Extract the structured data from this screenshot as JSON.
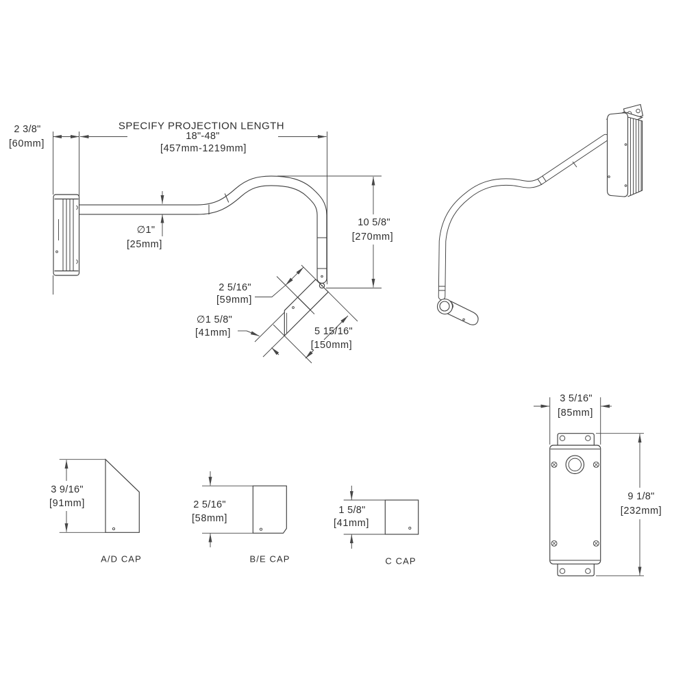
{
  "side_view": {
    "projection": {
      "title": "SPECIFY PROJECTION LENGTH",
      "range_in": "18\"-48\"",
      "range_mm": "[457mm-1219mm]"
    },
    "wall_plate_depth": {
      "in": "2 3/8\"",
      "mm": "[60mm]"
    },
    "arm_diameter": {
      "in": "∅1\"",
      "mm": "[25mm]"
    },
    "drop_height": {
      "in": "10 5/8\"",
      "mm": "[270mm]"
    },
    "head_bracket_length": {
      "in": "2 5/16\"",
      "mm": "[59mm]"
    },
    "head_diameter": {
      "in": "∅1 5/8\"",
      "mm": "[41mm]"
    },
    "head_length": {
      "in": "5 15/16\"",
      "mm": "[150mm]"
    }
  },
  "caps": [
    {
      "label": "A/D CAP",
      "in": "3 9/16\"",
      "mm": "[91mm]"
    },
    {
      "label": "B/E CAP",
      "in": "2 5/16\"",
      "mm": "[58mm]"
    },
    {
      "label": "C CAP",
      "in": "1 5/8\"",
      "mm": "[41mm]"
    }
  ],
  "back_plate": {
    "width": {
      "in": "3 5/16\"",
      "mm": "[85mm]"
    },
    "height": {
      "in": "9 1/8\"",
      "mm": "[232mm]"
    }
  },
  "colors": {
    "line": "#3e3e3e",
    "dim": "#474747",
    "text": "#2e2e2e",
    "bg": "#ffffff"
  }
}
